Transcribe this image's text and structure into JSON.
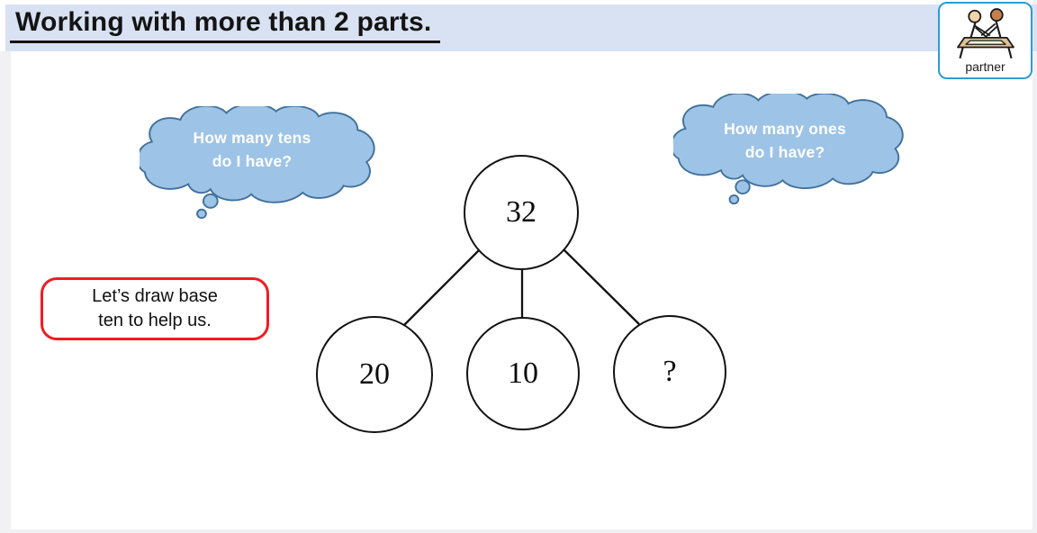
{
  "header": {
    "title": "Working with more than 2 parts."
  },
  "partner_badge": {
    "label": "partner",
    "border_color": "#2E9BD5"
  },
  "thought_clouds": {
    "left": {
      "line1": "How many tens",
      "line2": "do I have?"
    },
    "right": {
      "line1": "How many ones",
      "line2": "do I have?"
    }
  },
  "callout": {
    "line1": "Let’s draw base",
    "line2": "ten to help us.",
    "border_color": "#EE1D23"
  },
  "part_whole_model": {
    "whole": "32",
    "parts": [
      "20",
      "10",
      "?"
    ]
  },
  "colors": {
    "title_band": "#D9E2F3",
    "cloud_fill": "#9DC3E6",
    "cloud_stroke": "#41719C"
  }
}
